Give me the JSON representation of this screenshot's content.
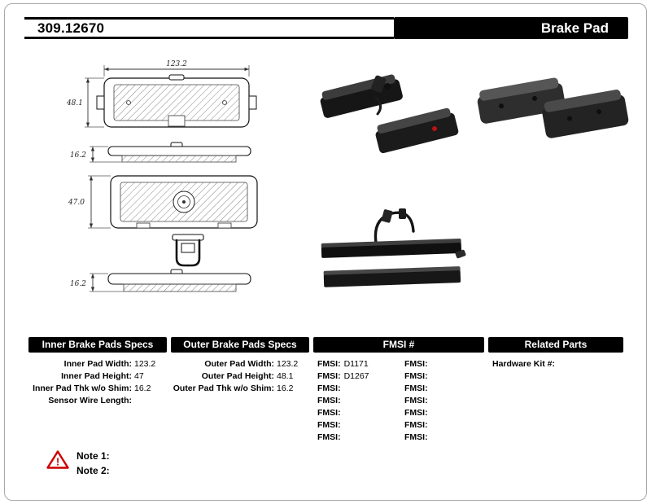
{
  "page": {
    "part_number": "309.12670",
    "product_name": "Brake Pad"
  },
  "diagram": {
    "dim_width": "123.2",
    "dim_height_1": "48.1",
    "dim_thickness_1": "16.2",
    "dim_height_2": "47.0",
    "dim_thickness_2": "16.2"
  },
  "specs": {
    "inner": {
      "header": "Inner Brake Pads Specs",
      "rows": [
        {
          "label": "Inner Pad Width:",
          "value": "123.2"
        },
        {
          "label": "Inner Pad Height:",
          "value": "47"
        },
        {
          "label": "Inner Pad Thk w/o Shim:",
          "value": "16.2"
        },
        {
          "label": "Sensor Wire Length:",
          "value": ""
        }
      ]
    },
    "outer": {
      "header": "Outer Brake Pads Specs",
      "rows": [
        {
          "label": "Outer Pad Width:",
          "value": "123.2"
        },
        {
          "label": "Outer Pad Height:",
          "value": "48.1"
        },
        {
          "label": "Outer Pad Thk w/o Shim:",
          "value": "16.2"
        }
      ]
    },
    "fmsi": {
      "header": "FMSI #",
      "label": "FMSI:",
      "left": [
        "D1171",
        "D1267",
        "",
        "",
        "",
        "",
        ""
      ],
      "right": [
        "",
        "",
        "",
        "",
        "",
        "",
        ""
      ]
    },
    "related": {
      "header": "Related Parts",
      "rows": [
        {
          "label": "Hardware Kit #:",
          "value": ""
        }
      ]
    }
  },
  "notes": {
    "items": [
      {
        "label": "Note 1:",
        "text": ""
      },
      {
        "label": "Note 2:",
        "text": ""
      }
    ]
  },
  "colors": {
    "header_bg": "#000000",
    "warning_red": "#cc0000"
  }
}
